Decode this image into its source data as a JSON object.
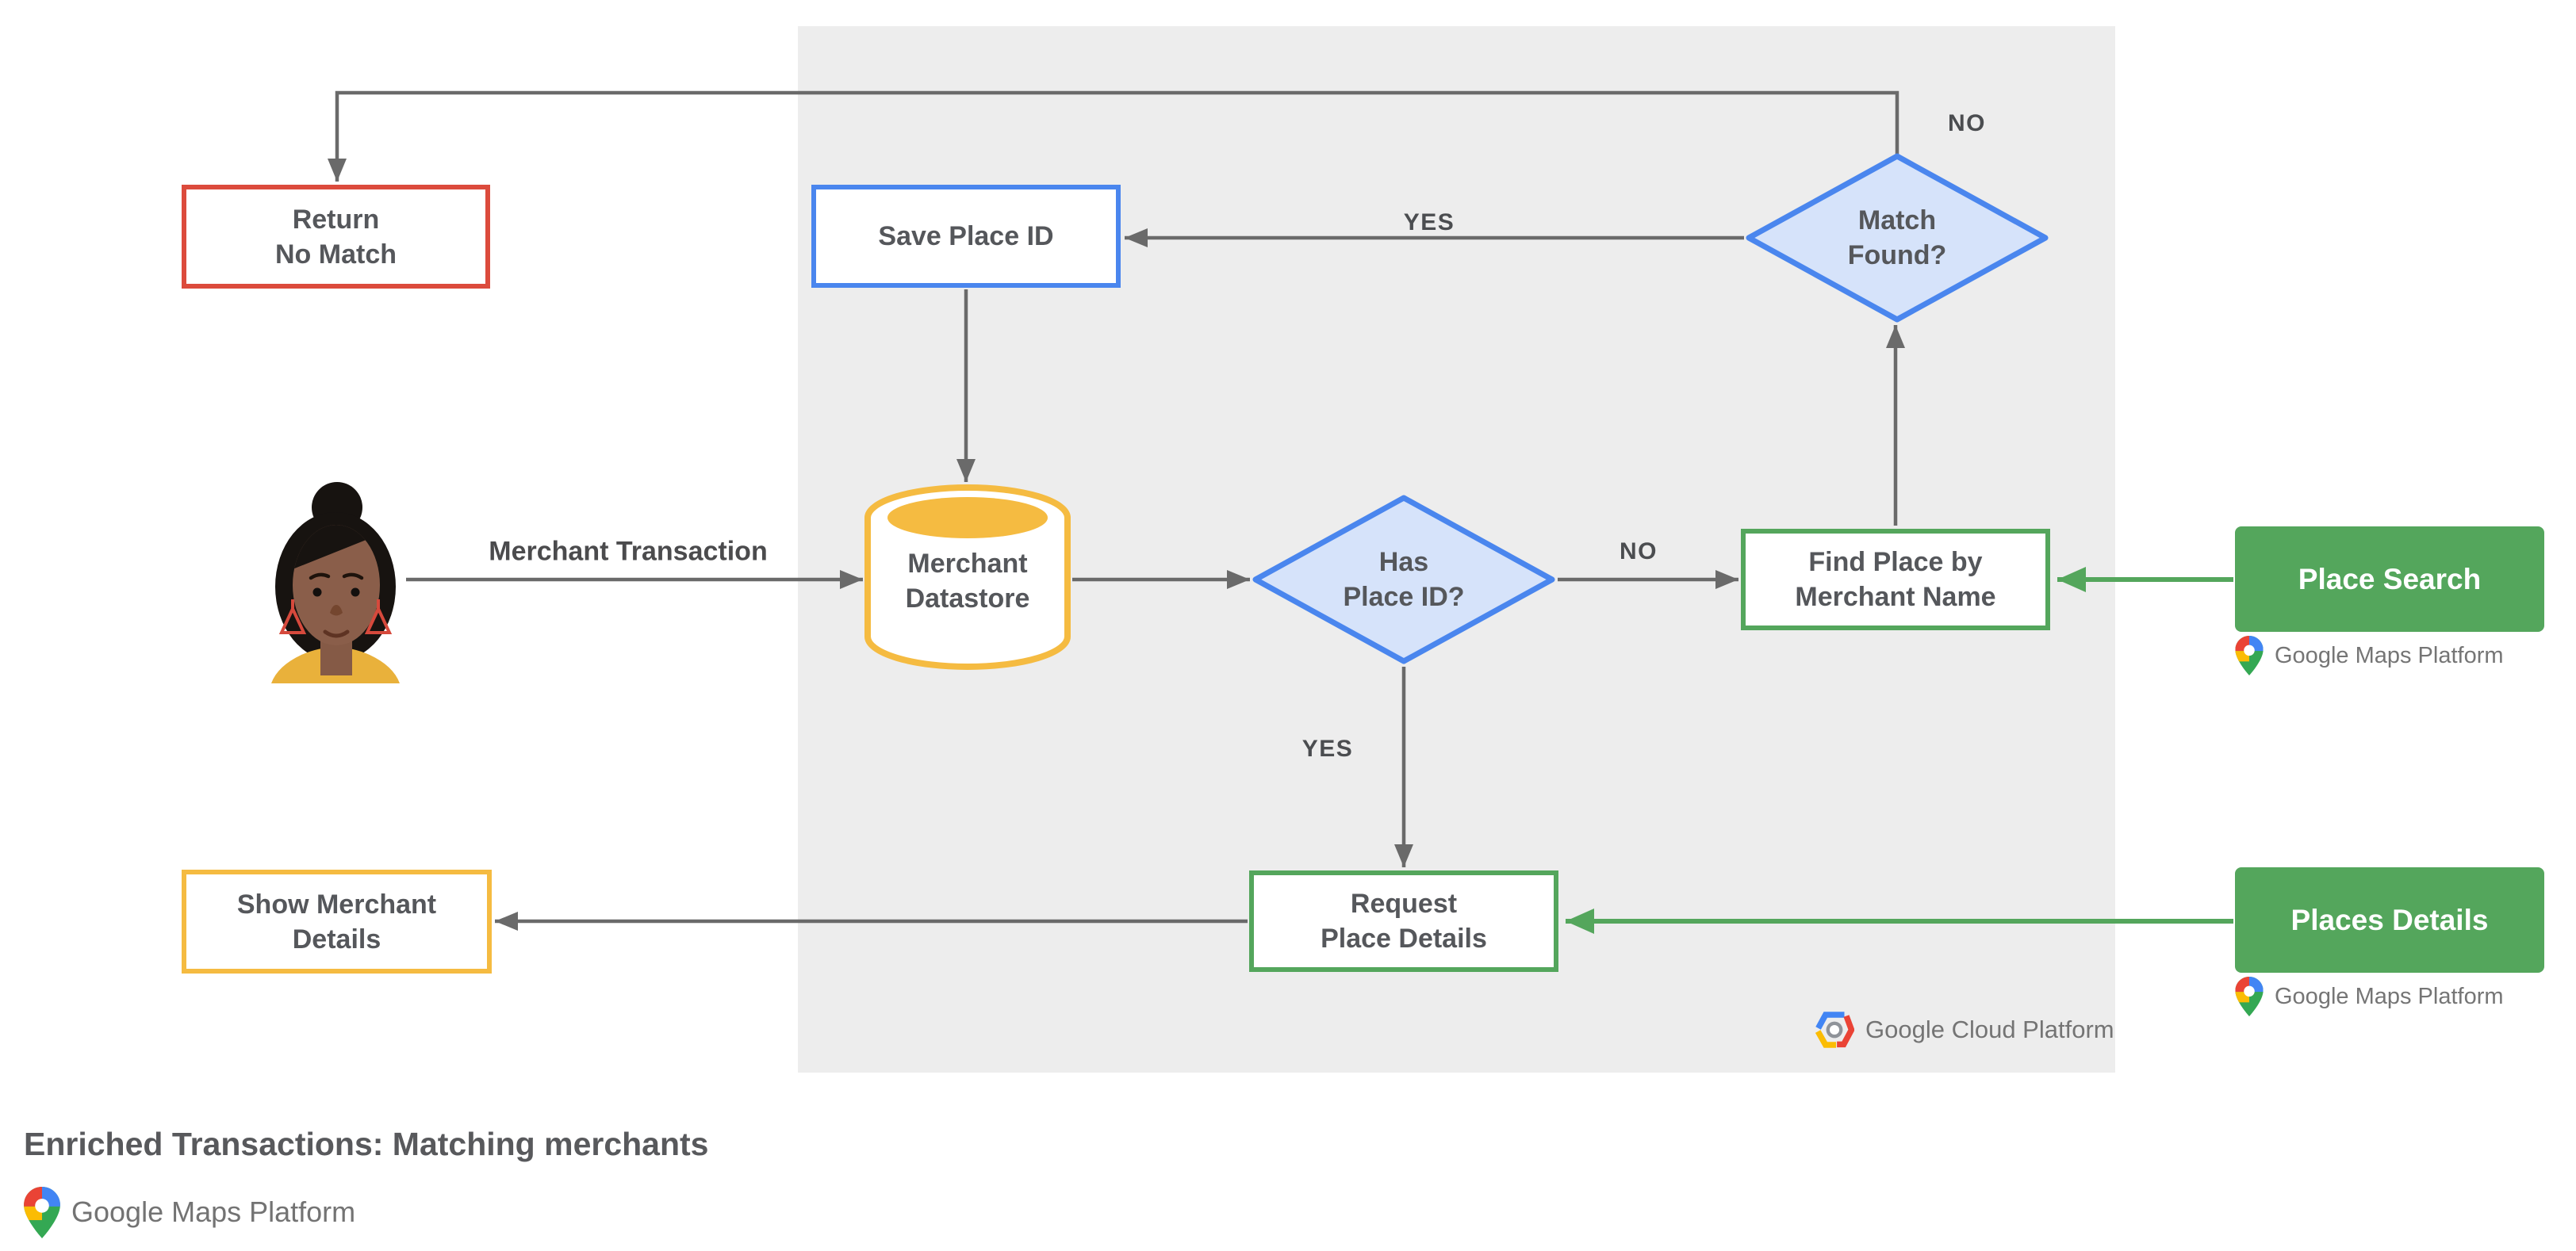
{
  "page": {
    "title": "Enriched Transactions: Matching merchants"
  },
  "nodes": {
    "return_no_match": "Return\nNo Match",
    "save_place_id": "Save Place ID",
    "match_found": "Match\nFound?",
    "merchant_datastore": "Merchant\nDatastore",
    "has_place_id": "Has\nPlace ID?",
    "find_place_by_merchant_name": "Find Place by\nMerchant Name",
    "request_place_details": "Request\nPlace Details",
    "show_merchant_details": "Show Merchant\nDetails",
    "place_search": "Place Search",
    "places_details": "Places Details"
  },
  "edge_labels": {
    "merchant_transaction": "Merchant Transaction",
    "match_found_yes": "YES",
    "match_found_no": "NO",
    "has_place_id_yes": "YES",
    "has_place_id_no": "NO"
  },
  "logos": {
    "google_cloud_platform": "Google Cloud Platform",
    "google_maps_platform": "Google Maps Platform"
  },
  "colors": {
    "red": "#DC4B3C",
    "blue": "#4A86EE",
    "blue_fill": "#D6E3FA",
    "yellow": "#F5BB41",
    "green": "#54A65C",
    "panel_gray": "#EDEDED",
    "arrow_gray": "#6A6A6A",
    "text_gray": "#55575B"
  }
}
